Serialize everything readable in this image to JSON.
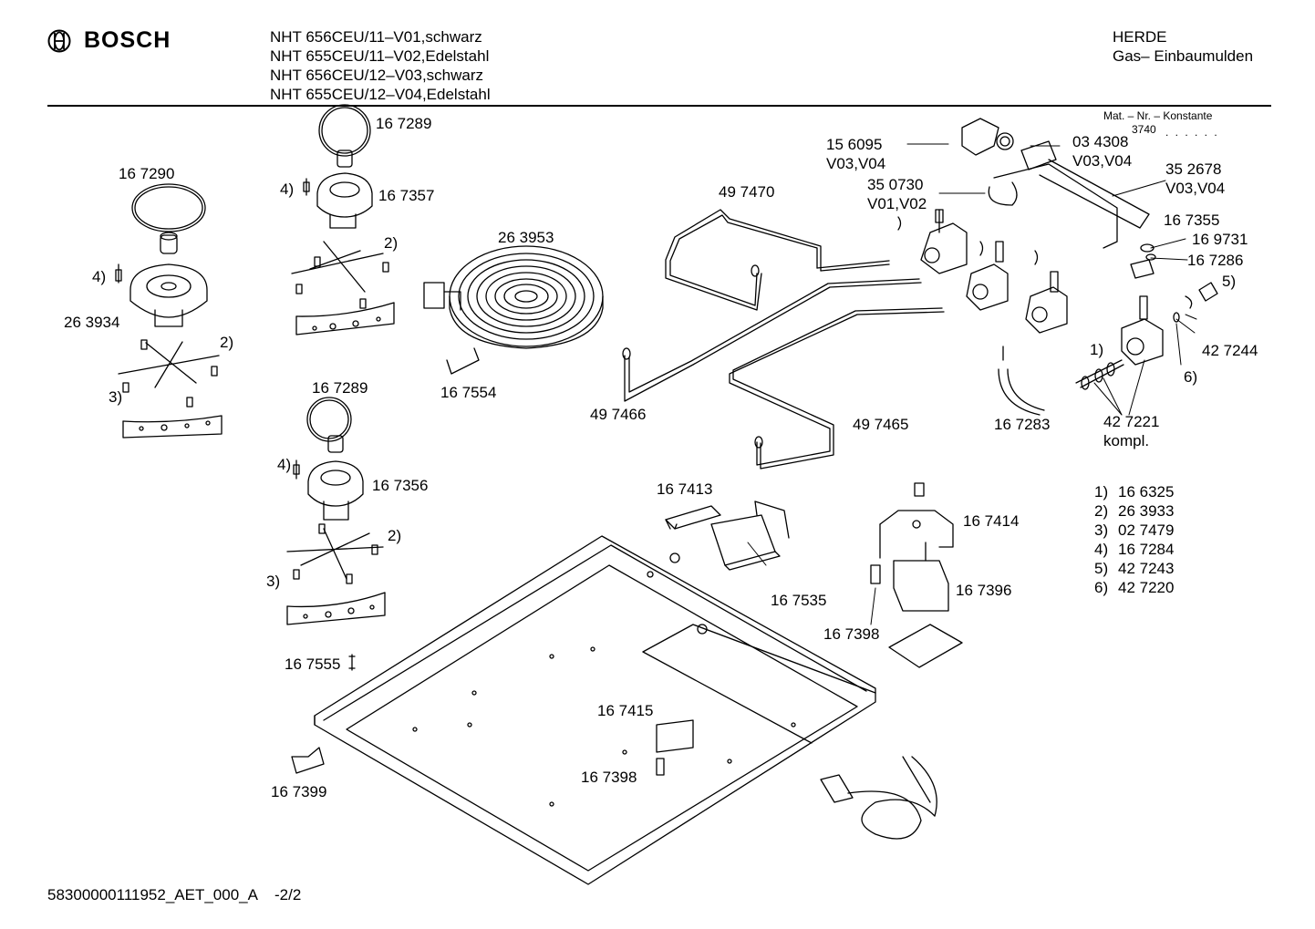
{
  "header": {
    "brand": "BOSCH",
    "models": [
      "NHT 656CEU/11–V01,schwarz",
      "NHT 655CEU/11–V02,Edelstahl",
      "NHT 656CEU/12–V03,schwarz",
      "NHT 655CEU/12–V04,Edelstahl"
    ],
    "category_1": "HERDE",
    "category_2": "Gas– Einbaumulden",
    "mat_nr_label": "Mat. – Nr. – Konstante",
    "mat_nr_value": "3740",
    "mat_nr_dots": ". . . . . ."
  },
  "labels": {
    "p167290": "16 7290",
    "p263934": "26 3934",
    "p167289a": "16 7289",
    "p167357": "16 7357",
    "p167289b": "16 7289",
    "p167356": "16 7356",
    "p167555": "16 7555",
    "p167399": "16 7399",
    "p263953": "26 3953",
    "p167554": "16 7554",
    "p497470": "49 7470",
    "p497466": "49 7466",
    "p497465": "49 7465",
    "p156095": "15 6095",
    "v0304a": "V03,V04",
    "p350730": "35 0730",
    "v0102": "V01,V02",
    "p034308": "03 4308",
    "v0304b": "V03,V04",
    "p352678": "35 2678",
    "v0304c": "V03,V04",
    "p167355": "16 7355",
    "p169731": "16 9731",
    "p167286": "16 7286",
    "p427244": "42 7244",
    "p167283": "16 7283",
    "p427221": "42 7221",
    "kompl": "kompl.",
    "p167413": "16 7413",
    "p167535": "16 7535",
    "p167414": "16 7414",
    "p167396": "16 7396",
    "p167398a": "16 7398",
    "p167415": "16 7415",
    "p167398b": "16 7398",
    "c1": "1)",
    "c2a": "2)",
    "c2b": "2)",
    "c2c": "2)",
    "c3a": "3)",
    "c3b": "3)",
    "c4a": "4)",
    "c4b": "4)",
    "c4c": "4)",
    "c5": "5)",
    "c6": "6)"
  },
  "legend": [
    {
      "key": "1)",
      "value": "16 6325"
    },
    {
      "key": "2)",
      "value": "26 3933"
    },
    {
      "key": "3)",
      "value": "02 7479"
    },
    {
      "key": "4)",
      "value": "16 7284"
    },
    {
      "key": "5)",
      "value": "42 7243"
    },
    {
      "key": "6)",
      "value": "42 7220"
    }
  ],
  "footer": {
    "doc_id": "58300000111952_AET_000_A",
    "page": "-2/2"
  },
  "colors": {
    "ink": "#000000",
    "paper": "#ffffff"
  }
}
